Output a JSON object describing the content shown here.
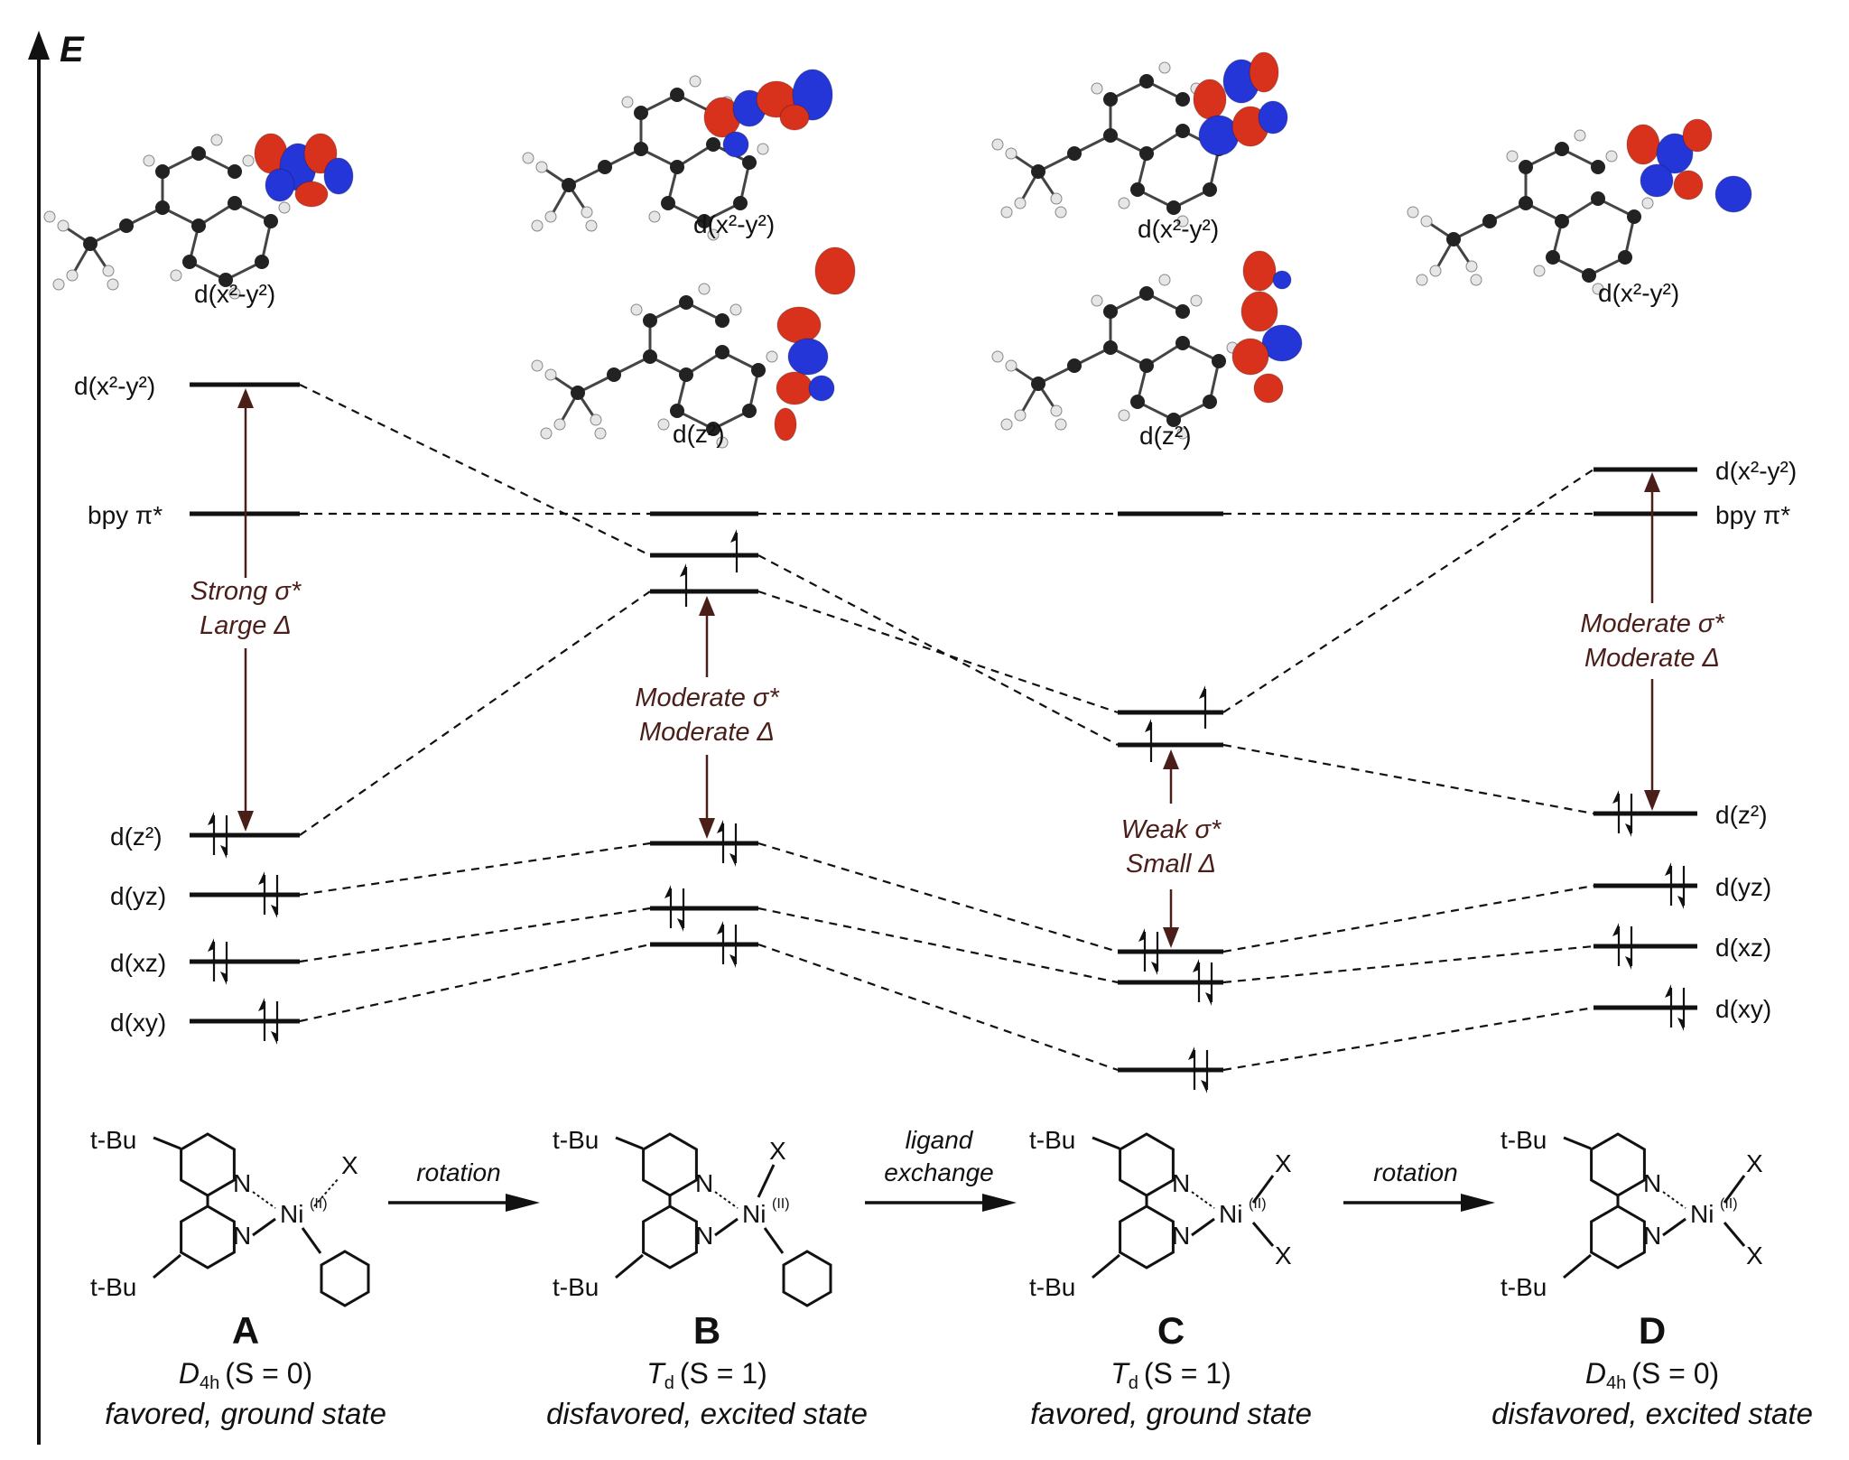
{
  "axis": {
    "label": "E"
  },
  "complexes": [
    {
      "letter": "A",
      "sym": "D",
      "sym_sub": "4h",
      "spin": "(S = 0)",
      "desc": "favored, ground state"
    },
    {
      "letter": "B",
      "sym": "T",
      "sym_sub": "d",
      "spin": "(S = 1)",
      "desc": "disfavored, excited state"
    },
    {
      "letter": "C",
      "sym": "T",
      "sym_sub": "d",
      "spin": "(S = 1)",
      "desc": "favored, ground state"
    },
    {
      "letter": "D",
      "sym": "D",
      "sym_sub": "4h",
      "spin": "(S = 0)",
      "desc": "disfavored, excited state"
    }
  ],
  "level_labels_left": [
    "d(x²-y²)",
    "bpy π*",
    "d(z²)",
    "d(yz)",
    "d(xz)",
    "d(xy)"
  ],
  "level_labels_right": [
    "d(x²-y²)",
    "bpy π*",
    "d(z²)",
    "d(yz)",
    "d(xz)",
    "d(xy)"
  ],
  "orbital_labels": {
    "A": [
      "d(x²-y²)"
    ],
    "B": [
      "d(x²-y²)",
      "d(z²)"
    ],
    "C": [
      "d(x²-y²)",
      "d(z²)"
    ],
    "D": [
      "d(x²-y²)"
    ]
  },
  "splitting": {
    "A": [
      "Strong σ*",
      "Large Δ"
    ],
    "B": [
      "Moderate σ*",
      "Moderate Δ"
    ],
    "C": [
      "Weak σ*",
      "Small Δ"
    ],
    "D": [
      "Moderate σ*",
      "Moderate Δ"
    ]
  },
  "reactions": {
    "r1": [
      "rotation"
    ],
    "r2": [
      "ligand",
      "exchange"
    ],
    "r3": [
      "rotation"
    ]
  },
  "chem_labels": {
    "tbu": "t-Bu",
    "n": "N",
    "ni": "Ni",
    "ox": "(II)",
    "x": "X"
  },
  "colors": {
    "lobe_red": "#d8321c",
    "lobe_blue": "#2436d8",
    "annotation": "#4a1f1a"
  }
}
